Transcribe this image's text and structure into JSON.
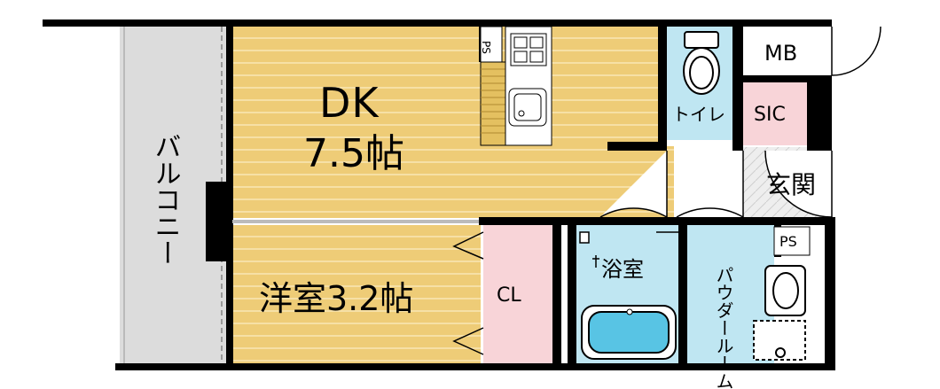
{
  "rooms": {
    "dk": {
      "name": "DK",
      "size": "7.5帖"
    },
    "western": {
      "label": "洋室3.2帖"
    },
    "closet": {
      "label": "CL"
    },
    "balcony": {
      "label": "バルコニー"
    },
    "toilet": {
      "label": "トイレ"
    },
    "bath": {
      "label": "浴室"
    },
    "powder": {
      "label": "パウダールーム"
    },
    "entrance": {
      "label": "玄関"
    },
    "sic": {
      "label": "SIC"
    },
    "mb": {
      "label": "MB"
    },
    "ps_kitchen": {
      "label": "PS"
    },
    "ps_powder": {
      "label": "PS"
    }
  },
  "colors": {
    "wood": "#eecc77",
    "wood_stripe": "#f6e0a6",
    "closet": "#f8d4d8",
    "sic": "#f8d4d8",
    "water": "#bfe6f2",
    "balcony": "#dcdcdc",
    "entrance_tile": "#eeeeee",
    "wall": "#000000"
  }
}
